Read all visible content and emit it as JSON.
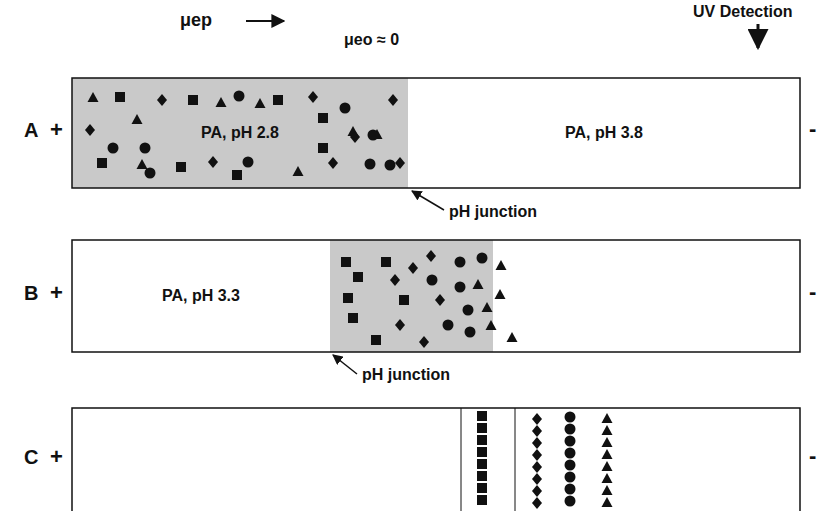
{
  "diagram": {
    "nodes": [
      {
        "text": [
          "PA, pH 2.8"
        ]
      },
      {
        "text": [
          "PA, pH 3.8"
        ]
      },
      {
        "text": [
          "PA, pH 3.3"
        ]
      }
    ],
    "labels": [
      "μep",
      "μeo ≈ 0",
      "UV Detection",
      "A",
      "+",
      "-",
      "pH junction",
      "B",
      "+",
      "-",
      "pH junction",
      "C",
      "+",
      "-"
    ]
  }
}
